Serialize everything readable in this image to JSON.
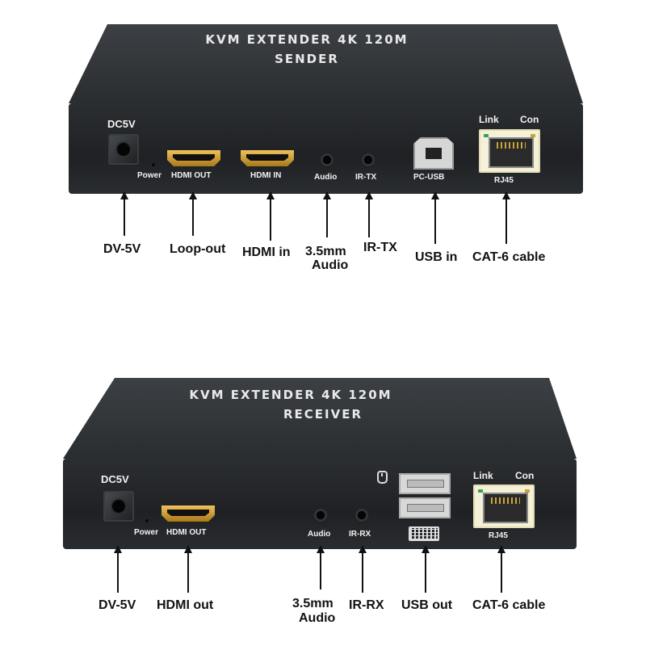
{
  "sender": {
    "title_line1": "KVM EXTENDER 4K 120M",
    "title_line2": "SENDER",
    "panel": {
      "dc": "DC5V",
      "power": "Power",
      "hdmi_out": "HDMI OUT",
      "hdmi_in": "HDMI IN",
      "audio": "Audio",
      "ir": "IR-TX",
      "pc_usb": "PC-USB",
      "link": "Link",
      "con": "Con",
      "rj45": "RJ45"
    },
    "callouts": {
      "dv": "DV-5V",
      "loop": "Loop-out",
      "hdmi": "HDMI in",
      "audio_line1": "3.5mm",
      "audio_line2": "Audio",
      "ir": "IR-TX",
      "usb": "USB in",
      "cat6": "CAT-6 cable"
    }
  },
  "receiver": {
    "title_line1": "KVM EXTENDER 4K 120M",
    "title_line2": "RECEIVER",
    "panel": {
      "dc": "DC5V",
      "power": "Power",
      "hdmi_out": "HDMI OUT",
      "audio": "Audio",
      "ir": "IR-RX",
      "link": "Link",
      "con": "Con",
      "rj45": "RJ45"
    },
    "callouts": {
      "dv": "DV-5V",
      "hdmi": "HDMI out",
      "audio_line1": "3.5mm",
      "audio_line2": "Audio",
      "ir": "IR-RX",
      "usb": "USB out",
      "cat6": "CAT-6 cable"
    }
  }
}
